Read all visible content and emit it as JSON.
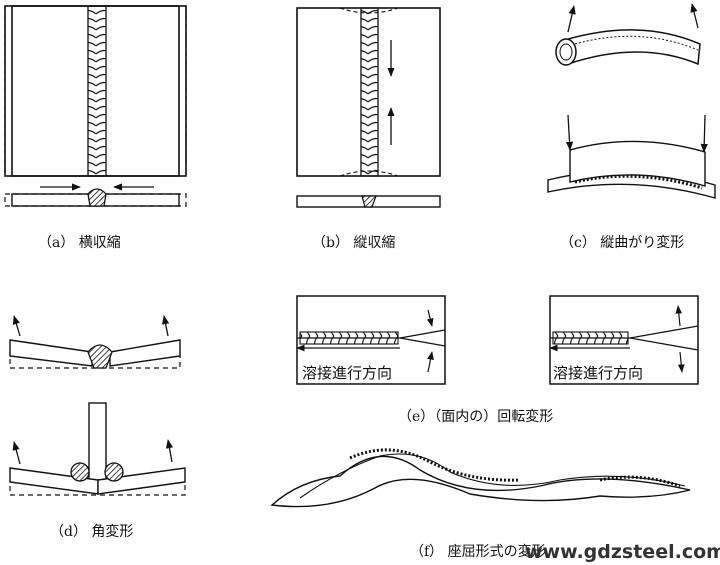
{
  "captions": {
    "a": "（a） 横収縮",
    "b": "（b） 縦収縮",
    "c": "（c） 縦曲がり変形",
    "d": "（d） 角変形",
    "e": "（e）（面内の）回転変形",
    "f": "（f） 座屈形式の変形"
  },
  "welding_direction_label": "溶接進行方向",
  "watermark": "www.gdzsteel.com"
}
